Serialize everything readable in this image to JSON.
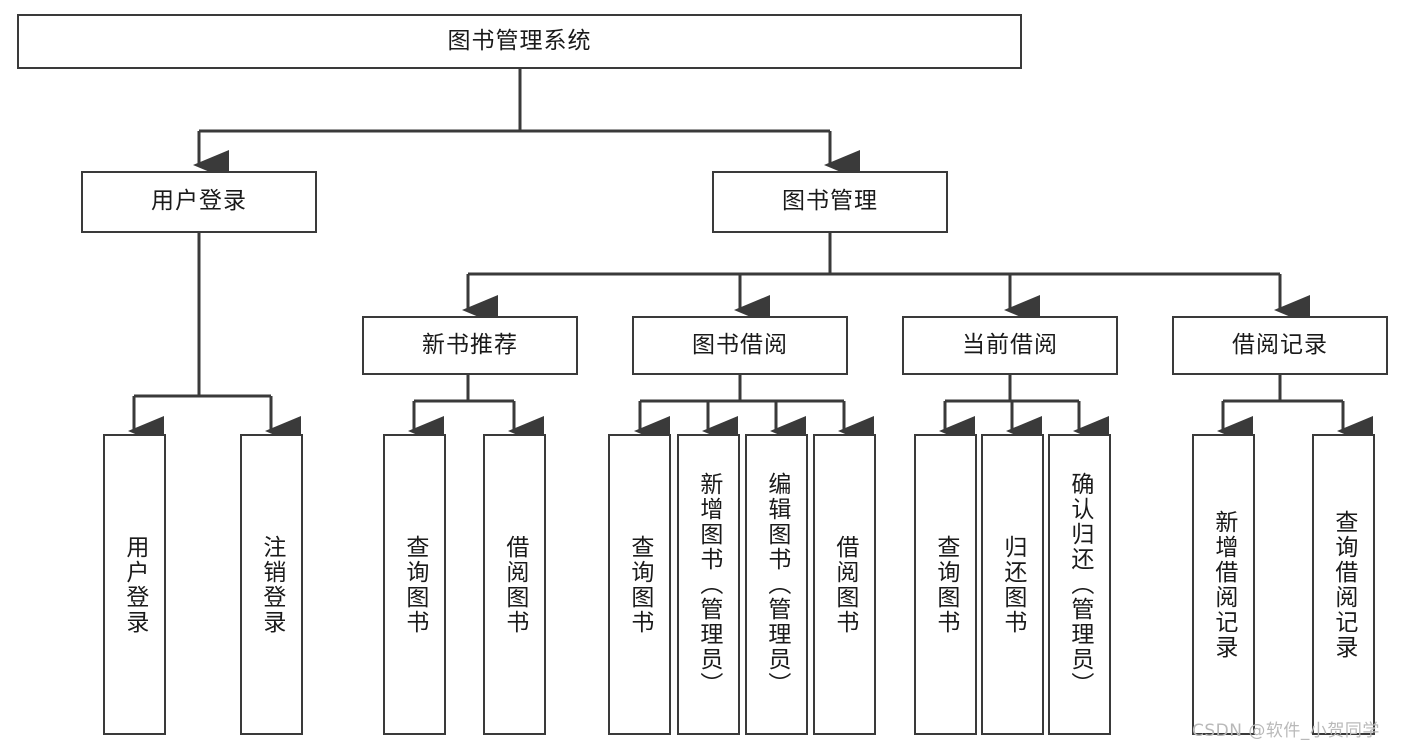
{
  "diagram": {
    "title": "图书管理系统",
    "type": "tree",
    "watermark": "CSDN @软件_小贺同学",
    "colors": {
      "stroke": "#3a3a3a",
      "fill": "#ffffff",
      "text": "#1a1a1a",
      "watermark": "#b9b9b9"
    },
    "root": {
      "label": "图书管理系统"
    },
    "level2": [
      {
        "label": "用户登录"
      },
      {
        "label": "图书管理"
      }
    ],
    "level3": [
      {
        "label": "新书推荐"
      },
      {
        "label": "图书借阅"
      },
      {
        "label": "当前借阅"
      },
      {
        "label": "借阅记录"
      }
    ],
    "leaves_user_login": [
      {
        "label": "用户登录"
      },
      {
        "label": "注销登录"
      }
    ],
    "leaves_new_books": [
      {
        "label": "查询图书"
      },
      {
        "label": "借阅图书"
      }
    ],
    "leaves_borrow": [
      {
        "label": "查询图书"
      },
      {
        "label": "新增图书（管理员）"
      },
      {
        "label": "编辑图书（管理员）"
      },
      {
        "label": "借阅图书"
      }
    ],
    "leaves_current": [
      {
        "label": "查询图书"
      },
      {
        "label": "归还图书"
      },
      {
        "label": "确认归还（管理员）"
      }
    ],
    "leaves_records": [
      {
        "label": "新增借阅记录"
      },
      {
        "label": "查询借阅记录"
      }
    ]
  }
}
